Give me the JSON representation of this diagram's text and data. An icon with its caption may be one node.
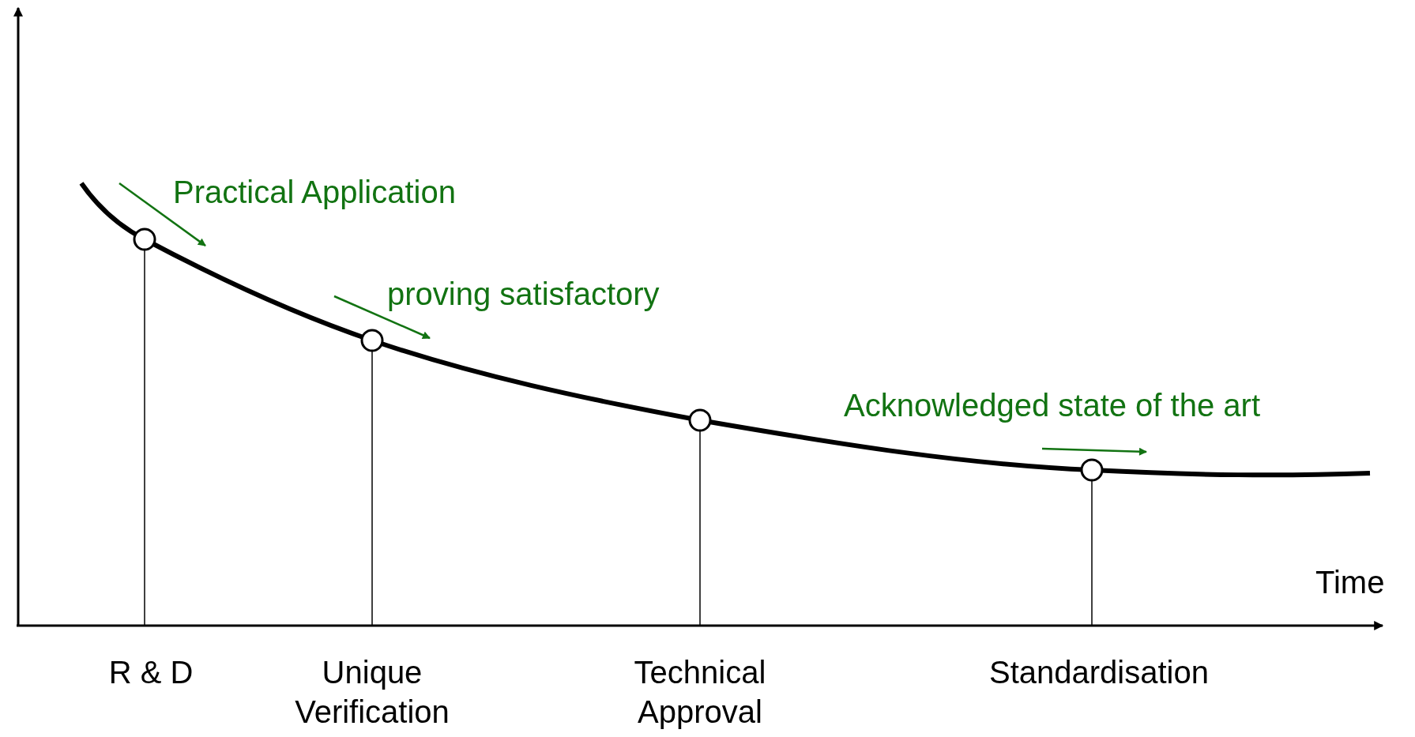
{
  "diagram": {
    "labels": [
      "Practical Application",
      "proving satisfactory",
      "Acknowledged state of the art",
      "Time",
      "R & D",
      "Unique Verification",
      "Technical Approval",
      "Standardisation"
    ]
  }
}
